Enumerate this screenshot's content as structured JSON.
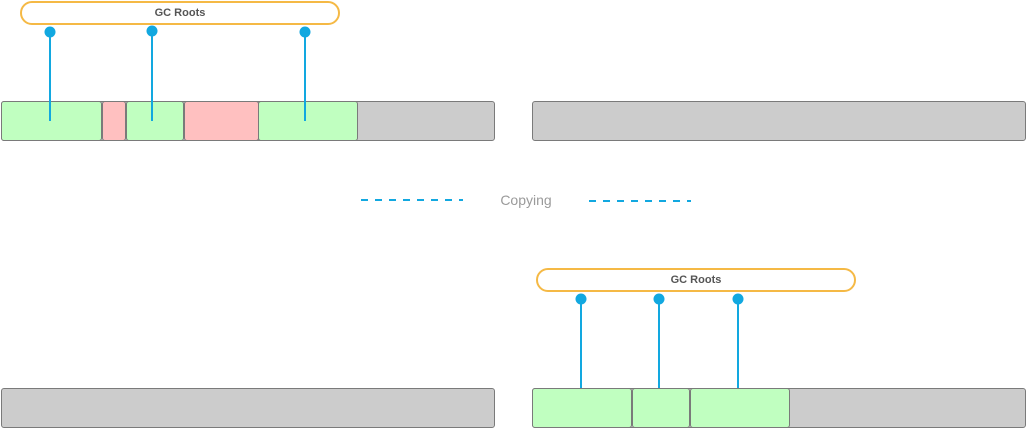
{
  "diagram": {
    "before": {
      "roots_label": "GC Roots",
      "from_space": {
        "objects": [
          {
            "state": "live"
          },
          {
            "state": "dead"
          },
          {
            "state": "live"
          },
          {
            "state": "dead"
          },
          {
            "state": "live"
          }
        ]
      },
      "to_space": {
        "objects": []
      }
    },
    "transition_label": "Copying",
    "after": {
      "roots_label": "GC Roots",
      "from_space": {
        "objects": []
      },
      "to_space": {
        "objects": [
          {
            "state": "live"
          },
          {
            "state": "live"
          },
          {
            "state": "live"
          }
        ]
      }
    },
    "colors": {
      "live_object": "#c0ffc0",
      "dead_object": "#ffc0c0",
      "free_space": "#cccccc",
      "root_border": "#f5b945",
      "reference_line": "#12a8e0",
      "dashed_line": "#12a8e0"
    }
  }
}
